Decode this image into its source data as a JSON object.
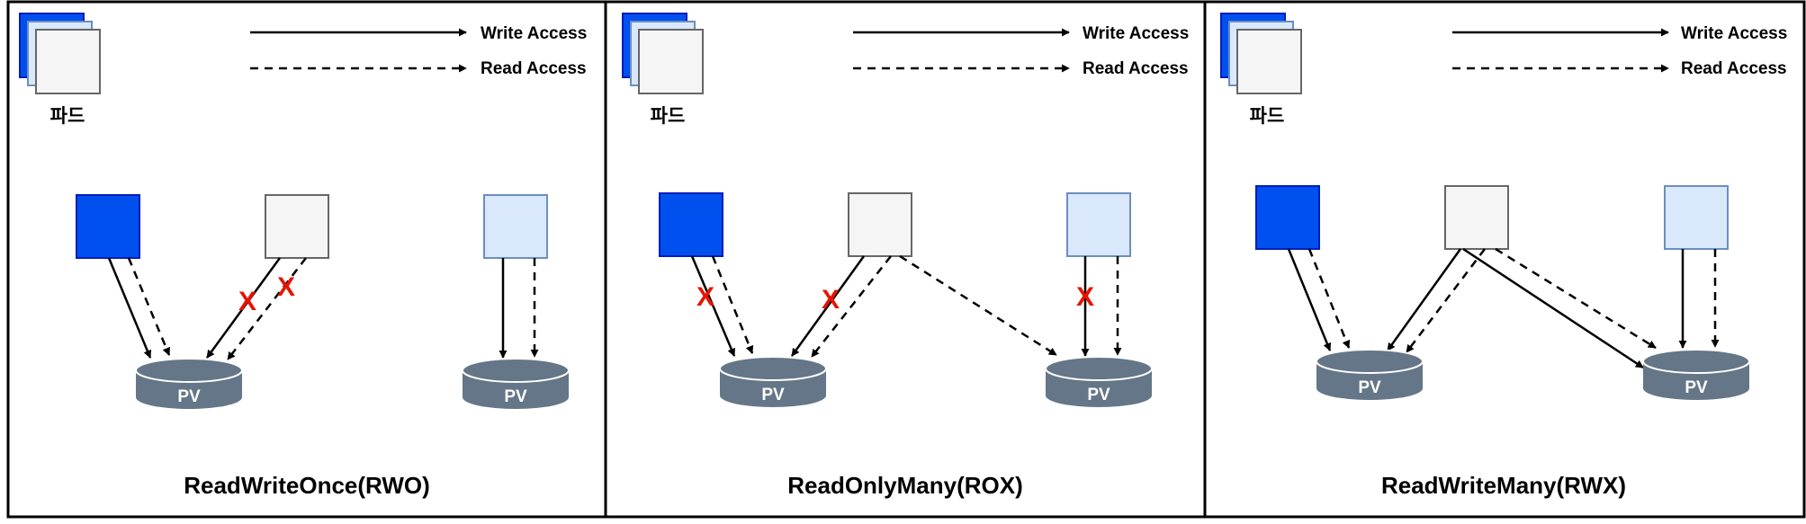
{
  "legend": {
    "write_label": "Write Access",
    "read_label": "Read Access",
    "pod_label": "파드"
  },
  "pv_label": "PV",
  "blocked_mark": "X",
  "colors": {
    "pod_dark": "#0050ef",
    "pod_dark_stroke": "#001dbc",
    "pod_light": "#f5f5f5",
    "pod_light_stroke": "#666666",
    "pod_pale": "#dae8fc",
    "pod_pale_stroke": "#6c8ebf",
    "pv_fill": "#647687",
    "blocked": "#e51400",
    "line": "#000000"
  },
  "panels": [
    {
      "title": "ReadWriteOnce(RWO)"
    },
    {
      "title": "ReadOnlyMany(ROX)"
    },
    {
      "title": "ReadWriteMany(RWX)"
    }
  ]
}
